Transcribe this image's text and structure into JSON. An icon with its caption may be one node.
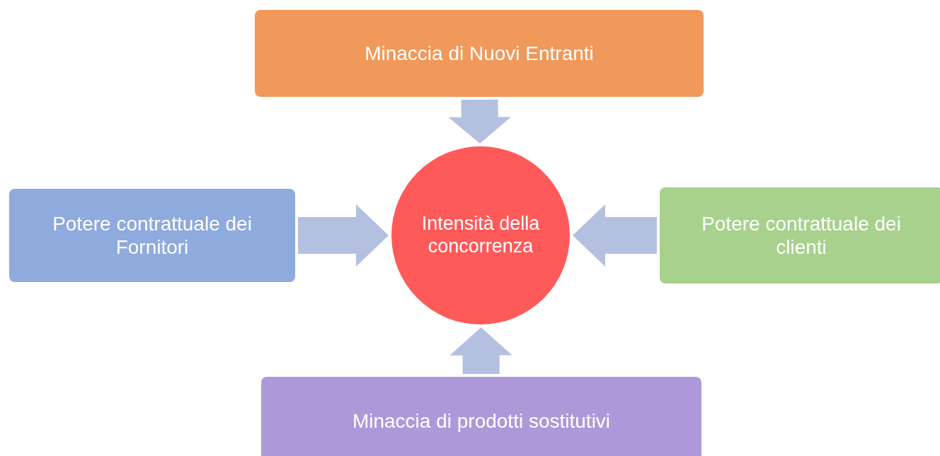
{
  "diagram": {
    "nodes": [
      {
        "text": [
          "Minaccia di Nuovi Entranti"
        ]
      },
      {
        "text": [
          "Potere contrattuale dei Fornitori"
        ]
      },
      {
        "text": [
          "Intensità della concorrenza"
        ]
      },
      {
        "text": [
          "Potere contrattuale dei clienti"
        ]
      },
      {
        "text": [
          "Minaccia di prodotti sostitutivi"
        ]
      }
    ],
    "edges": [
      {
        "from": 0,
        "to": 2,
        "arrow": "to"
      },
      {
        "from": 1,
        "to": 2,
        "arrow": "to"
      },
      {
        "from": 3,
        "to": 2,
        "arrow": "to"
      },
      {
        "from": 4,
        "to": 2,
        "arrow": "to"
      }
    ]
  }
}
